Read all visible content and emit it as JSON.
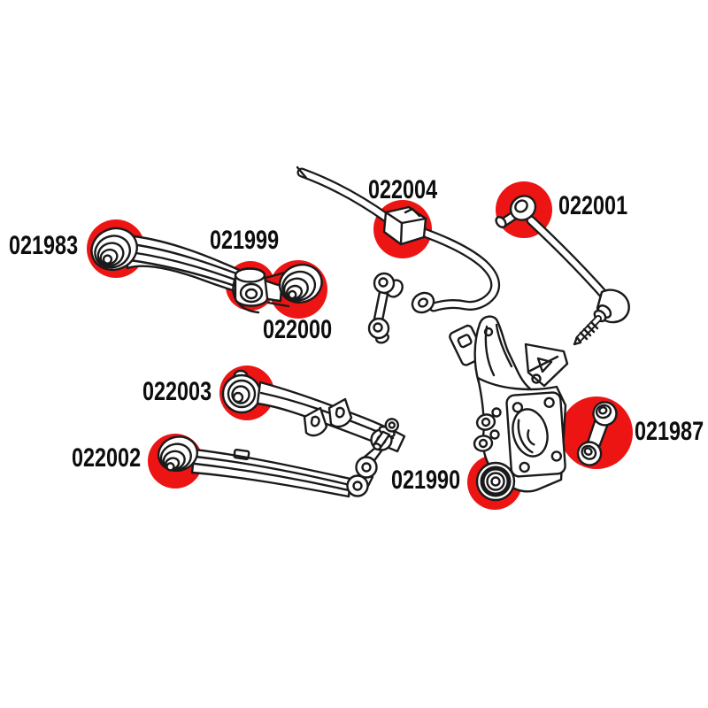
{
  "diagram": {
    "accent_color": "#ed1414",
    "line_color": "#1a1a1a",
    "background_color": "#ffffff",
    "labels": {
      "l021983": "021983",
      "l021999": "021999",
      "l022000": "022000",
      "l022004": "022004",
      "l022001": "022001",
      "l021987": "021987",
      "l021990": "021990",
      "l022003": "022003",
      "l022002": "022002"
    }
  }
}
